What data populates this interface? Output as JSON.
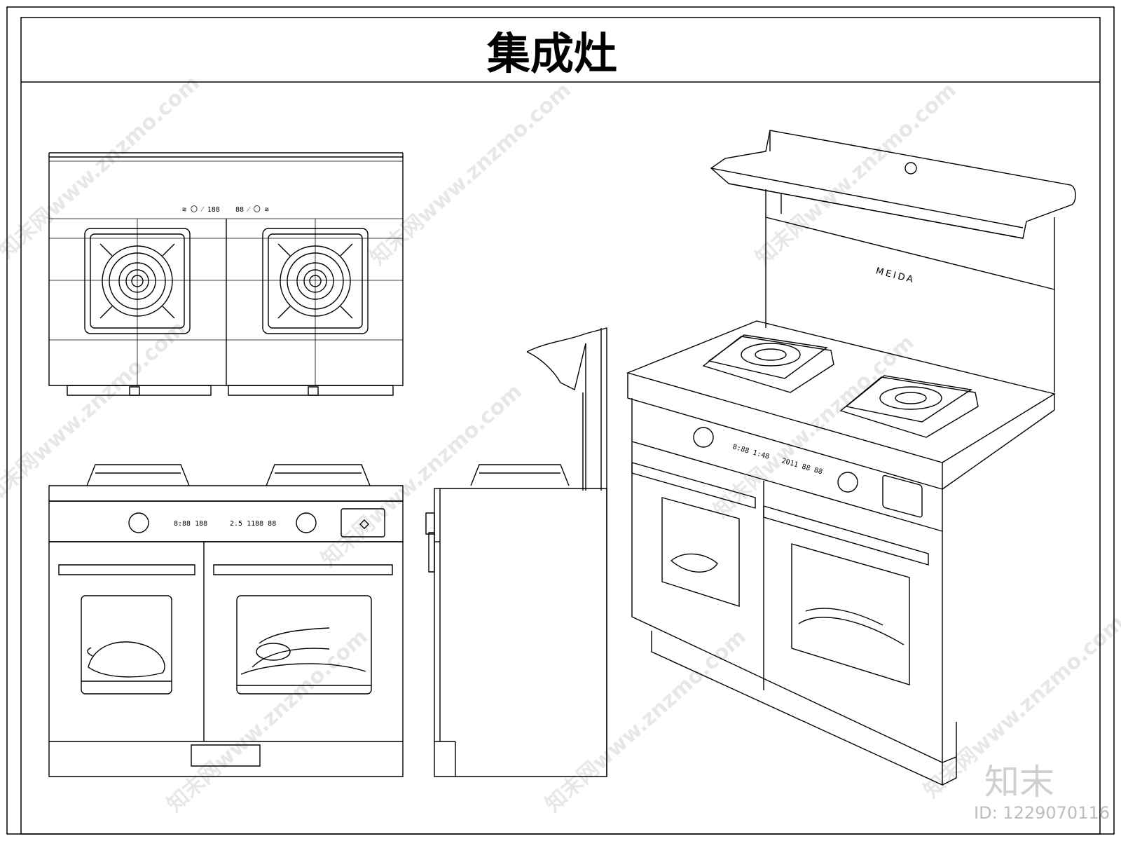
{
  "title": "集成灶",
  "brand_logo": "MEIDA",
  "panel_text": {
    "top_left": "≋ 〇 ⁄ 188",
    "top_right": "88 ⁄ 〇 ≋",
    "front_left": "8:88 188",
    "front_right": "2.5 1188 88",
    "iso_left": "8:88 1:48",
    "iso_right": "2011 88 88"
  },
  "watermark": {
    "text": "知末网www.znzmo.com",
    "brand": "知末",
    "id": "ID: 1229070116"
  }
}
